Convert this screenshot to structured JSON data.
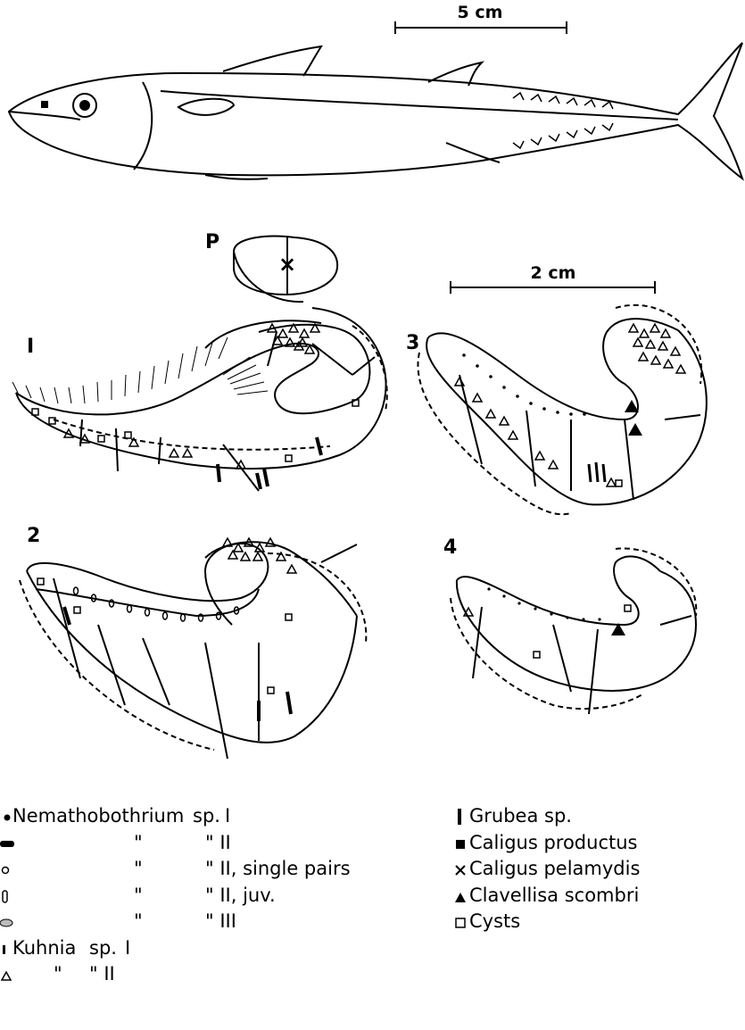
{
  "figure": {
    "scale_bar_fish": "5 cm",
    "scale_bar_gills": "2 cm",
    "panel_p": "P",
    "panel_1": "I",
    "panel_2": "2",
    "panel_3": "3",
    "panel_4": "4"
  },
  "legend_left": [
    {
      "symbol": "filled-dot",
      "name": "Nematho­bothrium",
      "col2": "sp.",
      "col3": "I"
    },
    {
      "symbol": "thick-bar",
      "name": "",
      "col2": "\"",
      "col3": "\" II"
    },
    {
      "symbol": "open-circle",
      "name": "",
      "col2": "\"",
      "col3": "\" II, single pairs"
    },
    {
      "symbol": "open-capsule",
      "name": "",
      "col2": "\"",
      "col3": "\" II, juv."
    },
    {
      "symbol": "shaded-ellipse",
      "name": "",
      "col2": "\"",
      "col3": "\" III"
    },
    {
      "symbol": "small-bar",
      "name": "Kuhnia",
      "col2": "sp.",
      "col3": "I"
    },
    {
      "symbol": "open-triangle",
      "name": "",
      "col2": "\"",
      "col3": "\" II"
    }
  ],
  "legend_right": [
    {
      "symbol": "vertical-bar",
      "label": "Grubea sp."
    },
    {
      "symbol": "filled-square",
      "label": "Caligus productus"
    },
    {
      "symbol": "cross",
      "label": "Caligus pelamydis"
    },
    {
      "symbol": "filled-triangle",
      "label": "Clavellisa scombri"
    },
    {
      "symbol": "open-square",
      "label": "Cysts"
    }
  ]
}
